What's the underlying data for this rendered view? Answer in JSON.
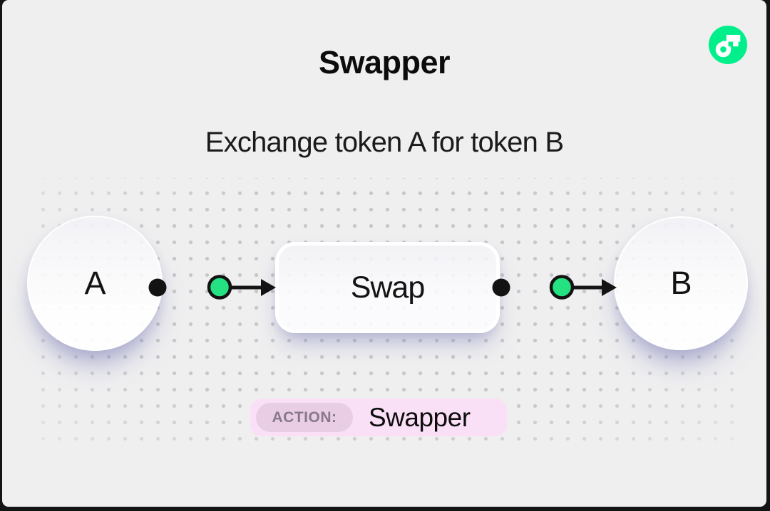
{
  "window": {
    "background": "#efeff0",
    "frame_color": "#141414"
  },
  "branding": {
    "logo": "flow-logo-icon",
    "logo_green": "#00EF8B"
  },
  "header": {
    "title": "Swapper",
    "subtitle": "Exchange token A for token B"
  },
  "diagram": {
    "nodes": [
      {
        "id": "token-a",
        "label": "A",
        "type": "token-circle"
      },
      {
        "id": "swap",
        "label": "Swap",
        "type": "process-box"
      },
      {
        "id": "token-b",
        "label": "B",
        "type": "token-circle"
      }
    ],
    "connectors": [
      {
        "from": "token-a",
        "to": "swap",
        "style": "dot-greenport-arrow"
      },
      {
        "from": "swap",
        "to": "token-b",
        "style": "dot-greenport-arrow"
      }
    ],
    "accent_green": "#23E181",
    "line_color": "#151515"
  },
  "action_badge": {
    "label": "ACTION:",
    "value": "Swapper",
    "bg": "#FAE0F7",
    "label_bg": "#E8CDE5",
    "label_color": "#87798A"
  }
}
